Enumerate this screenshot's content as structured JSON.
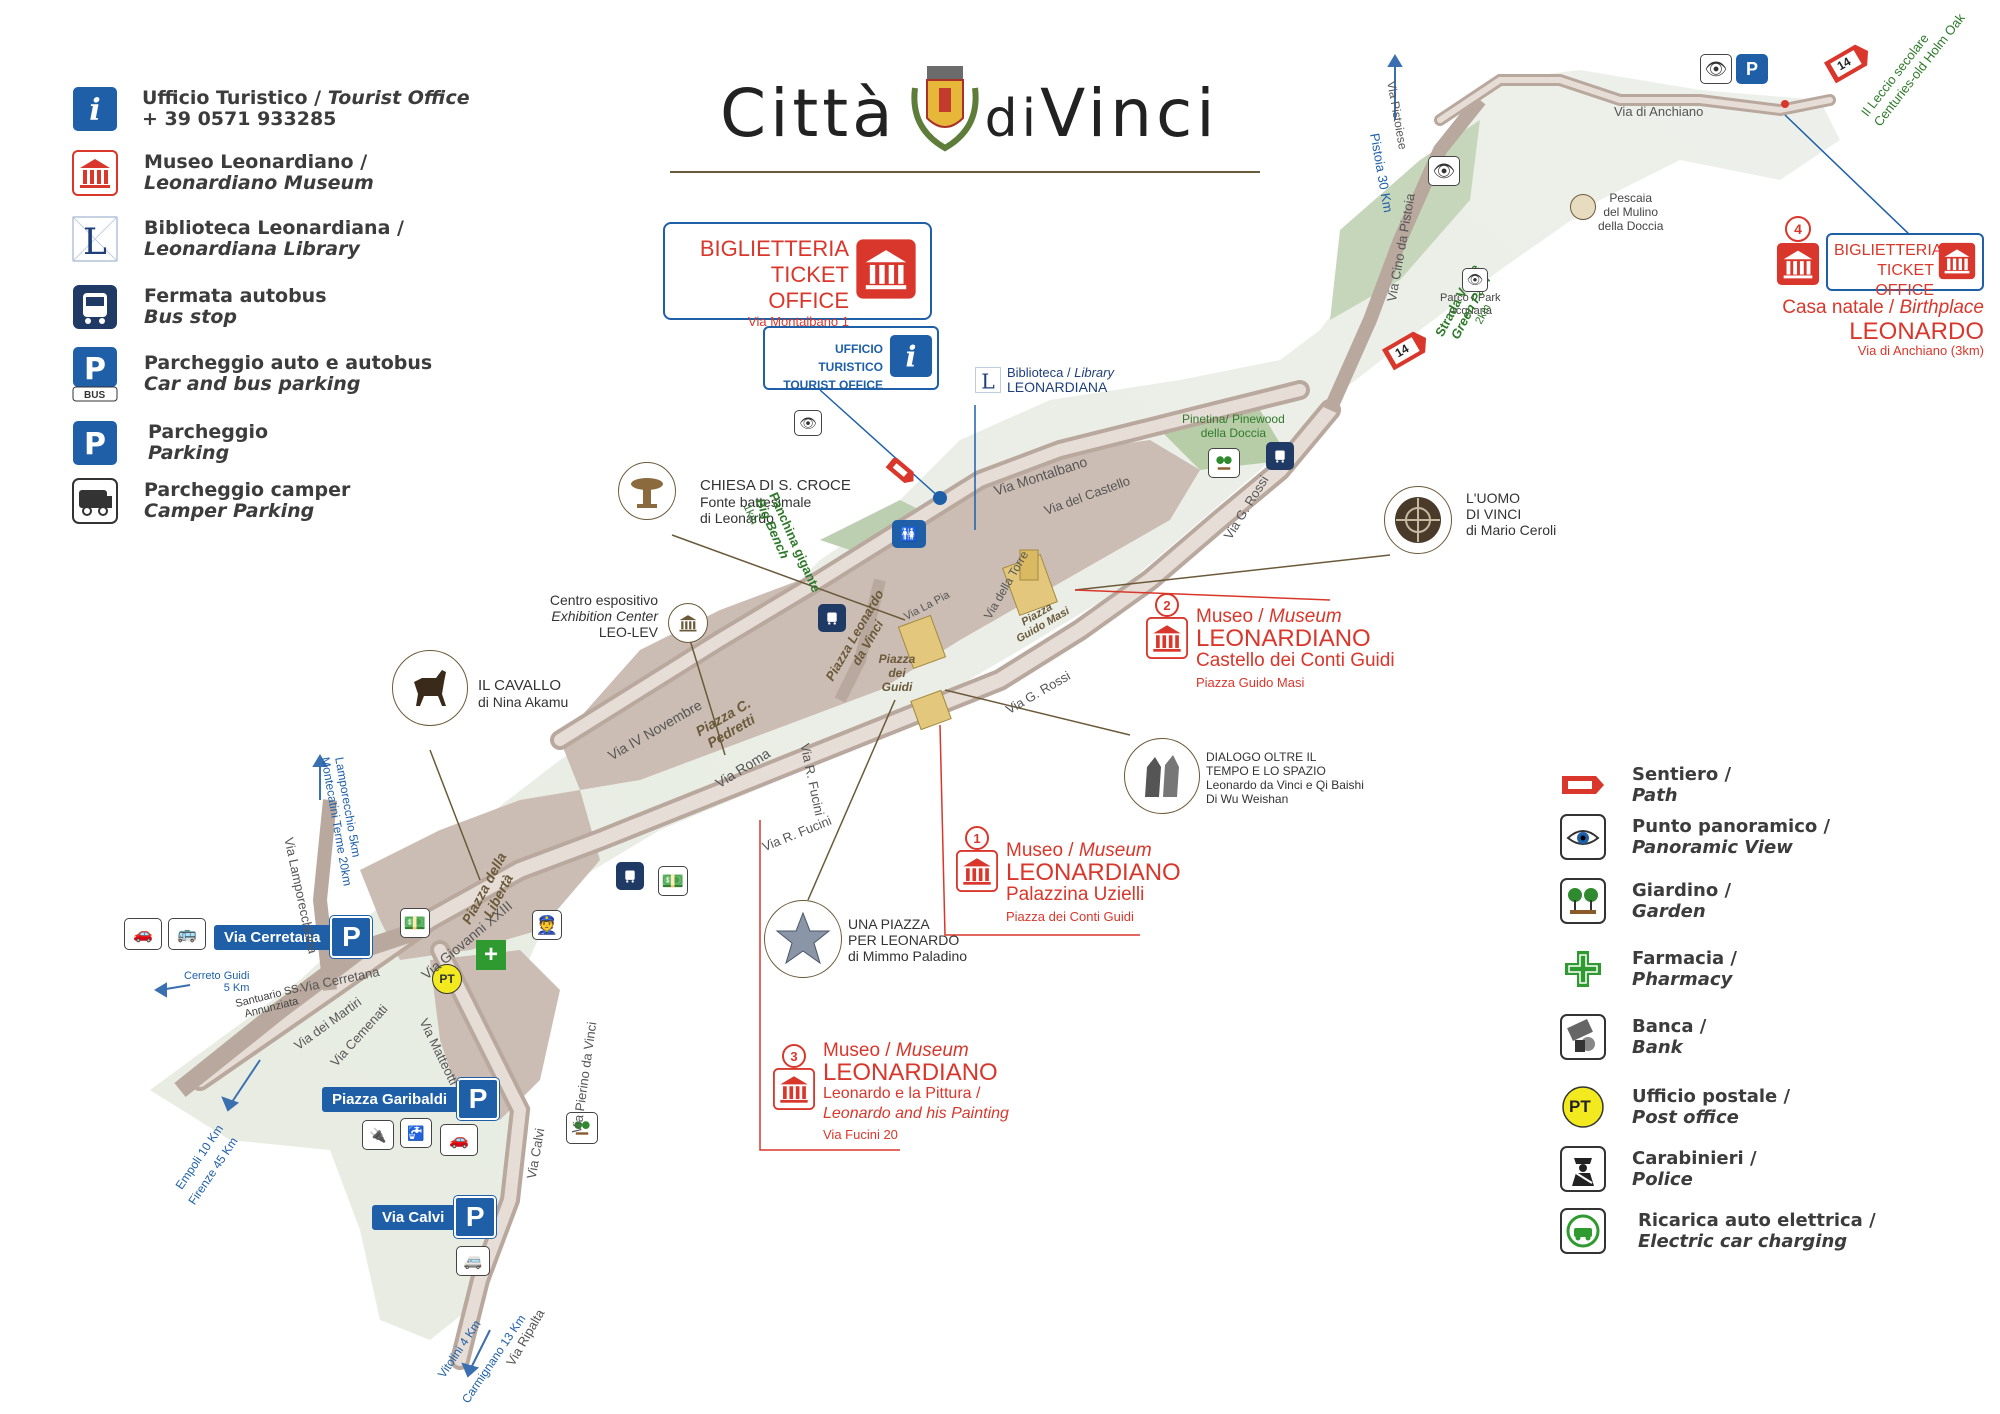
{
  "title": {
    "citta": "Città",
    "di": "di",
    "vinci": "Vinci"
  },
  "legend_left": [
    {
      "icon": "tourist-info-icon",
      "label": "Ufficio Turistico / ",
      "label_en": "Tourist Office",
      "extra": "+ 39 0571 933285"
    },
    {
      "icon": "museum-icon",
      "label": "Museo Leonardiano /",
      "label_en": "Leonardiano Museum"
    },
    {
      "icon": "library-icon",
      "label": "Biblioteca Leonardiana /",
      "label_en": "Leonardiana Library"
    },
    {
      "icon": "bus-stop-icon",
      "label": "Fermata autobus",
      "label_en": "Bus stop"
    },
    {
      "icon": "bus-parking-icon",
      "label": "Parcheggio auto e autobus",
      "label_en": "Car and bus parking",
      "badge": "BUS"
    },
    {
      "icon": "parking-icon",
      "label": "Parcheggio",
      "label_en": "Parking"
    },
    {
      "icon": "camper-icon",
      "label": "Parcheggio camper",
      "label_en": "Camper Parking"
    }
  ],
  "legend_right": [
    {
      "icon": "path-icon",
      "label": "Sentiero /",
      "label_en": "Path"
    },
    {
      "icon": "panoramic-eye-icon",
      "label": "Punto panoramico /",
      "label_en": "Panoramic View"
    },
    {
      "icon": "garden-icon",
      "label": "Giardino /",
      "label_en": "Garden"
    },
    {
      "icon": "pharmacy-icon",
      "label": "Farmacia /",
      "label_en": "Pharmacy"
    },
    {
      "icon": "bank-icon",
      "label": "Banca /",
      "label_en": "Bank"
    },
    {
      "icon": "post-office-icon",
      "label": "Ufficio postale /",
      "label_en": "Post office",
      "badge": "PT"
    },
    {
      "icon": "police-icon",
      "label": "Carabinieri /",
      "label_en": "Police"
    },
    {
      "icon": "ev-charging-icon",
      "label": "Ricarica auto elettrica /",
      "label_en": "Electric car charging"
    }
  ],
  "ticket_office": {
    "l1": "BIGLIETTERIA",
    "l2": "TICKET OFFICE",
    "addr": "Via Montalbano 1"
  },
  "tourist_office": {
    "l1": "UFFICIO TURISTICO",
    "l2": "TOURIST OFFICE"
  },
  "library": {
    "l1": "Biblioteca /",
    "l1b": "Library",
    "l2": "LEONARDIANA"
  },
  "birthplace": {
    "t1": "BIGLIETTERIA",
    "t2": "TICKET OFFICE",
    "num": "4",
    "l1": "Casa natale /",
    "l1b": "Birthplace",
    "l2": "LEONARDO",
    "l3": "Via di Anchiano (3km)"
  },
  "museum1": {
    "num": "1",
    "t1": "Museo /",
    "t1b": "Museum",
    "t2": "LEONARDIANO",
    "t3": "Palazzina Uzielli",
    "t4": "Piazza dei Conti Guidi"
  },
  "museum2": {
    "num": "2",
    "t1": "Museo /",
    "t1b": "Museum",
    "t2": "LEONARDIANO",
    "t3": "Castello dei Conti Guidi",
    "t4": "Piazza Guido Masi"
  },
  "museum3": {
    "num": "3",
    "t1": "Museo /",
    "t1b": "Museum",
    "t2": "LEONARDIANO",
    "t3": "Leonardo e la Pittura /",
    "t3b": "Leonardo and his Painting",
    "t4": "Via Fucini 20"
  },
  "poi": {
    "chiesa": {
      "l1": "CHIESA DI S. CROCE",
      "l2": "Fonte battesimale",
      "l3": "di Leonardo"
    },
    "uomo": {
      "l1": "L'UOMO",
      "l2": "DI VINCI",
      "l3": "di Mario Ceroli"
    },
    "centro": {
      "l1": "Centro espositivo",
      "l2": "Exhibition Center",
      "l3": "LEO-LEV"
    },
    "cavallo": {
      "l1": "IL CAVALLO",
      "l2": "di Nina Akamu"
    },
    "dialogo": {
      "l1": "DIALOGO OLTRE IL",
      "l2": "TEMPO E LO SPAZIO",
      "l3": "Leonardo da Vinci e Qi Baishi",
      "l4": "Di Wu Weishan"
    },
    "piazza": {
      "l1": "UNA PIAZZA",
      "l2": "PER LEONARDO",
      "l3": "di Mimmo Paladino"
    },
    "panchina": {
      "l1": "Panchina gigante",
      "l2": "Big Bench",
      "l3": "1km"
    },
    "pinetina": {
      "l1": "Pinetina/",
      "l1b": "Pinewood",
      "l2": "della Doccia"
    },
    "pescaia": {
      "l1": "Pescaia",
      "l2": "del Mulino",
      "l3": "della Doccia"
    },
    "parco": {
      "l1": "Parco / Park",
      "l2": "Acquaria"
    },
    "strada_verde": {
      "l1": "Strada Verde",
      "l2": "Green Path",
      "l3": "2km",
      "num": "14"
    },
    "leccio": {
      "l1": "Il Leccio secolare",
      "l2": "Centuries-old Holm Oak",
      "num": "14"
    }
  },
  "roads": {
    "montalbano": "Via Montalbano",
    "castello": "Via del Castello",
    "grossi1": "Via G. Rossi",
    "grossi2": "Via G. Rossi",
    "torre": "Via della Torre",
    "lapia": "Via La Pia",
    "iv_novembre": "Via IV Novembre",
    "roma": "Via Roma",
    "fucini1": "Via R. Fucini",
    "fucini2": "Via R. Fucini",
    "giovanni": "Via Giovanni XXIII",
    "cerretana": "Via Cerretana",
    "cemenati": "Via Cemenati",
    "martiri": "Via dei Martiri",
    "matteotti": "Via Matteotti",
    "pierino": "Via Pierino da Vinci",
    "calvi": "Via Calvi",
    "ripalta": "Via Ripalta",
    "lamporecchiana": "Via Lamporecchiana",
    "cino": "Via Cino da Pistoia",
    "pistoiese": "Via Pistoiese",
    "anchiano": "Via di Anchiano"
  },
  "squares": {
    "liberta": "Piazza della Libertà",
    "pedretti": "Piazza C. Pedretti",
    "leonardo": "Piazza Leonardo da Vinci",
    "guidi": "Piazza dei Guidi",
    "masi": "Piazza Guido Masi"
  },
  "directions": {
    "pistoia": "Pistoia 30 Km",
    "lamporecchio": "Lamporecchio 5km",
    "montecatini": "Montecatini Terme 20km",
    "cerreto": "Cerreto Guidi",
    "cerreto_km": "5 Km",
    "empoli": "Empoli 10 Km",
    "firenze": "Firenze 45 Km",
    "vitolini": "Vitolini 4 Km",
    "carmignano": "Carmignano 13 Km",
    "santuario": "Santuario SS. Annunziata"
  },
  "parking": {
    "cerretana": "Via Cerretana",
    "garibaldi": "Piazza Garibaldi",
    "calvi": "Via Calvi",
    "p": "P"
  },
  "colors": {
    "accent_blue": "#1e5fa8",
    "museum_red": "#d9372b",
    "green_text": "#2f7a2a",
    "street_fill": "#c9b8ad",
    "green_area": "#b7cda8"
  }
}
